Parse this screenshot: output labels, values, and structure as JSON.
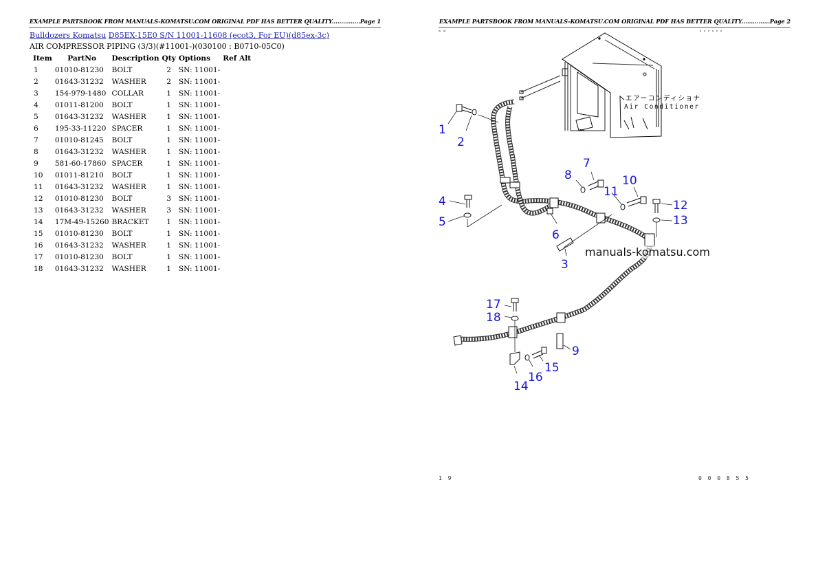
{
  "page1": {
    "header": "EXAMPLE PARTSBOOK FROM MANUALS-KOMATSU.COM ORIGINAL PDF HAS BETTER QUALITY...............Page 1",
    "breadcrumb": {
      "category": "Bulldozers Komatsu",
      "model": "D85EX-15E0 S/N 11001-11608 (ecot3, For EU)(d85ex-3c)"
    },
    "section_title": "AIR COMPRESSOR PIPING (3/3)(#11001-)(030100 : B0710-05C0)",
    "table": {
      "headers": [
        "Item",
        "PartNo",
        "Description",
        "Qty",
        "Options",
        "Ref Alt"
      ],
      "rows": [
        {
          "item": "1",
          "partno": "01010-81230",
          "desc": "BOLT",
          "qty": "2",
          "options": "SN: 11001-",
          "ref": ""
        },
        {
          "item": "2",
          "partno": "01643-31232",
          "desc": "WASHER",
          "qty": "2",
          "options": "SN: 11001-",
          "ref": ""
        },
        {
          "item": "3",
          "partno": "154-979-1480",
          "desc": "COLLAR",
          "qty": "1",
          "options": "SN: 11001-",
          "ref": ""
        },
        {
          "item": "4",
          "partno": "01011-81200",
          "desc": "BOLT",
          "qty": "1",
          "options": "SN: 11001-",
          "ref": ""
        },
        {
          "item": "5",
          "partno": "01643-31232",
          "desc": "WASHER",
          "qty": "1",
          "options": "SN: 11001-",
          "ref": ""
        },
        {
          "item": "6",
          "partno": "195-33-11220",
          "desc": "SPACER",
          "qty": "1",
          "options": "SN: 11001-",
          "ref": ""
        },
        {
          "item": "7",
          "partno": "01010-81245",
          "desc": "BOLT",
          "qty": "1",
          "options": "SN: 11001-",
          "ref": ""
        },
        {
          "item": "8",
          "partno": "01643-31232",
          "desc": "WASHER",
          "qty": "1",
          "options": "SN: 11001-",
          "ref": ""
        },
        {
          "item": "9",
          "partno": "581-60-17860",
          "desc": "SPACER",
          "qty": "1",
          "options": "SN: 11001-",
          "ref": ""
        },
        {
          "item": "10",
          "partno": "01011-81210",
          "desc": "BOLT",
          "qty": "1",
          "options": "SN: 11001-",
          "ref": ""
        },
        {
          "item": "11",
          "partno": "01643-31232",
          "desc": "WASHER",
          "qty": "1",
          "options": "SN: 11001-",
          "ref": ""
        },
        {
          "item": "12",
          "partno": "01010-81230",
          "desc": "BOLT",
          "qty": "3",
          "options": "SN: 11001-",
          "ref": ""
        },
        {
          "item": "13",
          "partno": "01643-31232",
          "desc": "WASHER",
          "qty": "3",
          "options": "SN: 11001-",
          "ref": ""
        },
        {
          "item": "14",
          "partno": "17M-49-15260",
          "desc": "BRACKET",
          "qty": "1",
          "options": "SN: 11001-",
          "ref": ""
        },
        {
          "item": "15",
          "partno": "01010-81230",
          "desc": "BOLT",
          "qty": "1",
          "options": "SN: 11001-",
          "ref": ""
        },
        {
          "item": "16",
          "partno": "01643-31232",
          "desc": "WASHER",
          "qty": "1",
          "options": "SN: 11001-",
          "ref": ""
        },
        {
          "item": "17",
          "partno": "01010-81230",
          "desc": "BOLT",
          "qty": "1",
          "options": "SN: 11001-",
          "ref": ""
        },
        {
          "item": "18",
          "partno": "01643-31232",
          "desc": "WASHER",
          "qty": "1",
          "options": "SN: 11001-",
          "ref": ""
        }
      ]
    }
  },
  "page2": {
    "header": "EXAMPLE PARTSBOOK FROM MANUALS-KOMATSU.COM ORIGINAL PDF HAS BETTER QUALITY...............Page 2",
    "diagram": {
      "component_label_jp": "エアーコンディショナ",
      "component_label_en": "Air Conditioner",
      "watermark": "manuals-komatsu.com",
      "callouts": [
        "1",
        "2",
        "3",
        "4",
        "5",
        "6",
        "7",
        "8",
        "9",
        "10",
        "11",
        "12",
        "13",
        "14",
        "15",
        "16",
        "17",
        "18"
      ],
      "footer_left": "1 9",
      "footer_right": "0 0 0 8 5 5"
    }
  },
  "colors": {
    "link": "#1a1aa6",
    "callout": "#1414e0"
  }
}
